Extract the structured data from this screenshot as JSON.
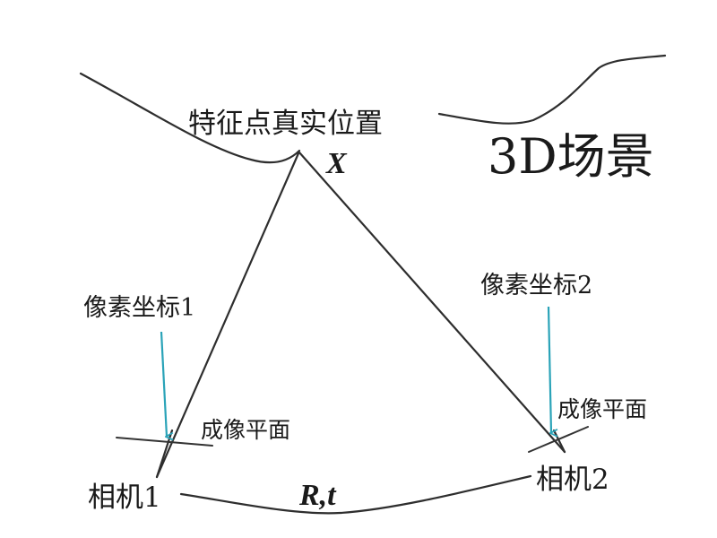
{
  "scene": {
    "title": "3D场景",
    "point_label": "特征点真实位置",
    "point_symbol": "X"
  },
  "camera1": {
    "name": "相机1",
    "pixel_label": "像素坐标1",
    "plane_label": "成像平面"
  },
  "camera2": {
    "name": "相机2",
    "pixel_label": "像素坐标2",
    "plane_label": "成像平面"
  },
  "baseline": {
    "label": "R,t"
  },
  "colors": {
    "ink": "#2e2e2e",
    "arrow": "#2aa3b8",
    "text": "#1a1a1a"
  }
}
